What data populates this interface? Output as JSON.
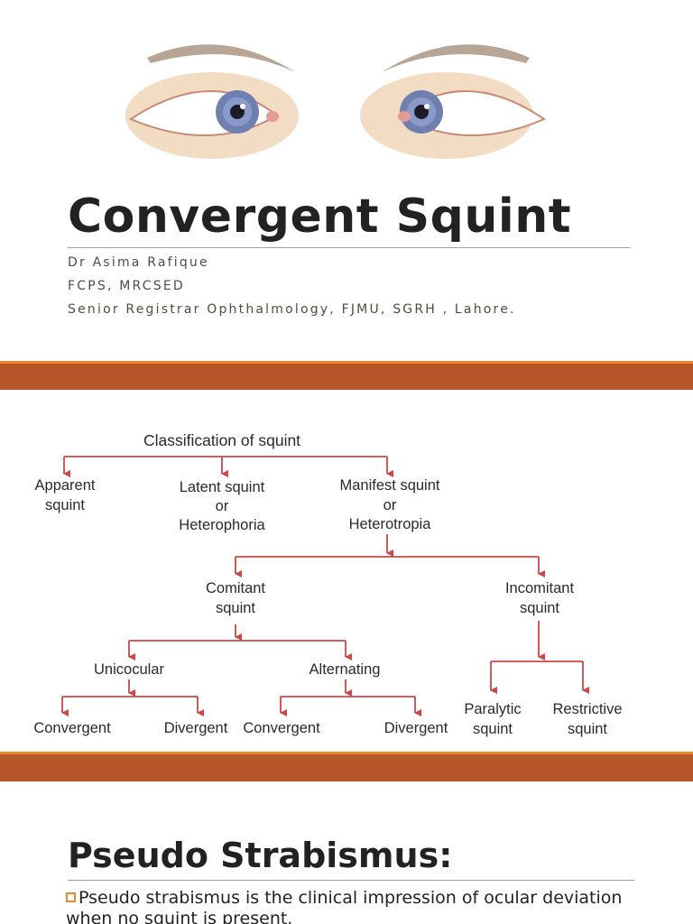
{
  "slide1": {
    "title": "Convergent Squint",
    "author": "Dr Asima Rafique",
    "qualifications": "FCPS, MRCSED",
    "position": "Senior Registrar Ophthalmology, FJMU, SGRH , Lahore."
  },
  "slide2": {
    "diagram": {
      "title": "Classification of squint",
      "apparent_1": "Apparent",
      "apparent_2": "squint",
      "latent_1": "Latent squint",
      "latent_2": "or",
      "latent_3": "Heterophoria",
      "manifest_1": "Manifest squint",
      "manifest_2": "or",
      "manifest_3": "Heterotropia",
      "comitant_1": "Comitant",
      "comitant_2": "squint",
      "incomitant_1": "Incomitant",
      "incomitant_2": "squint",
      "unicocular": "Unicocular",
      "alternating": "Alternating",
      "convergent_1": "Convergent",
      "divergent_1": "Divergent",
      "convergent_2": "Convergent",
      "divergent_2": "Divergent",
      "paralytic_1": "Paralytic",
      "paralytic_2": "squint",
      "restrictive_1": "Restrictive",
      "restrictive_2": "squint",
      "line_color": "#c94848"
    }
  },
  "slide3": {
    "heading": "Pseudo Strabismus:",
    "bullet": "Pseudo strabismus is the clinical impression of ocular deviation when no squint is present."
  },
  "colors": {
    "band": "#b8562b",
    "band_top": "#e8892e",
    "rule": "#a0a0a0"
  }
}
